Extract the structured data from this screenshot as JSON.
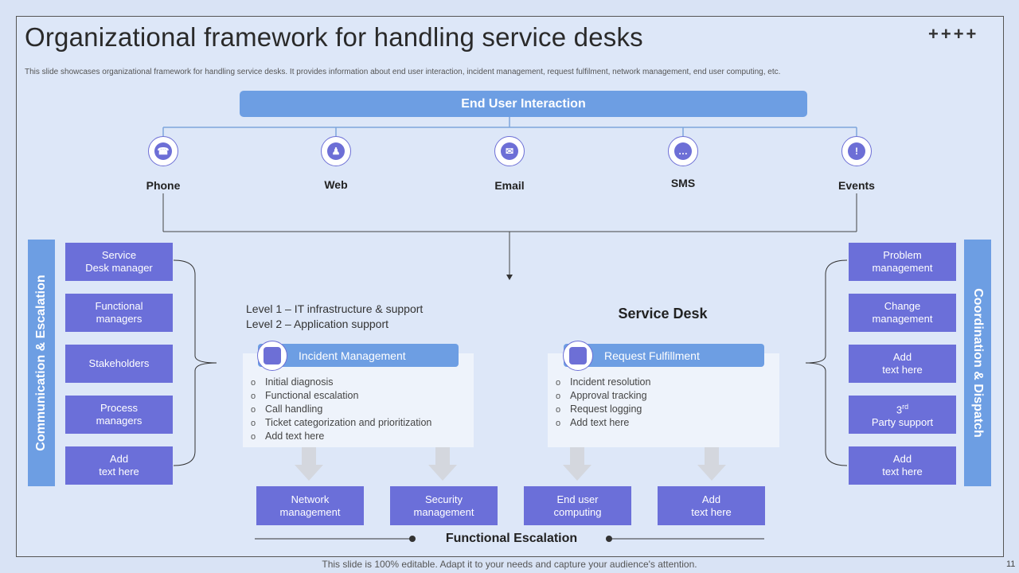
{
  "header": {
    "title": "Organizational framework for handling service desks",
    "plus": "++++",
    "subtitle": "This slide showcases organizational framework for handling service desks. It provides information about end user interaction, incident management, request fulfilment, network management, end user computing, etc."
  },
  "top": {
    "label": "End User Interaction"
  },
  "channels": [
    {
      "label": "Phone",
      "icon": "phone-icon"
    },
    {
      "label": "Web",
      "icon": "user-laptop-icon"
    },
    {
      "label": "Email",
      "icon": "email-icon"
    },
    {
      "label": "SMS",
      "icon": "chat-bubble-icon"
    },
    {
      "label": "Events",
      "icon": "exclamation-icon"
    }
  ],
  "left": {
    "bar_label": "Communication & Escalation",
    "items": [
      "Service\nDesk manager",
      "Functional\nmanagers",
      "Stakeholders",
      "Process\nmanagers",
      "Add\ntext here"
    ]
  },
  "right": {
    "bar_label": "Coordination & Dispatch",
    "items": [
      "Problem\nmanagement",
      "Change\nmanagement",
      "Add\ntext here",
      "3rd\nParty support",
      "Add\ntext here"
    ]
  },
  "levels": [
    "Level 1 – IT infrastructure & support",
    "Level 2 – Application support"
  ],
  "service_desk": {
    "title": "Service Desk"
  },
  "incident": {
    "title": "Incident Management",
    "bullets": [
      "Initial diagnosis",
      "Functional escalation",
      "Call handling",
      "Ticket categorization and prioritization",
      "Add text here"
    ]
  },
  "request": {
    "title": "Request Fulfillment",
    "bullets": [
      "Incident resolution",
      "Approval tracking",
      "Request logging",
      "Add text here"
    ]
  },
  "bottom": {
    "items": [
      "Network\nmanagement",
      "Security\nmanagement",
      "End user\ncomputing",
      "Add\ntext here"
    ],
    "label": "Functional Escalation"
  },
  "footer": {
    "text": "This slide is 100% editable. Adapt it to your needs and capture your audience's attention.",
    "page": "11"
  },
  "colors": {
    "accent_blue": "#6d9ee3",
    "box_purple": "#6b6fd9",
    "background": "#dde7f8"
  }
}
